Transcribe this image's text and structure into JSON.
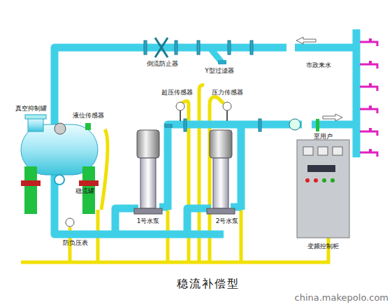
{
  "diagram": {
    "caption": "稳流补偿型",
    "labels": [
      "倒流防止器",
      "Y型过滤器",
      "市政来水",
      "超压传感器",
      "压力传感器",
      "真空抑制罐",
      "液位传感器",
      "稳流罐",
      "1号水泵",
      "2号水泵",
      "防负压表",
      "至用户",
      "变频控制柜",
      "china.makepolo.com"
    ]
  }
}
